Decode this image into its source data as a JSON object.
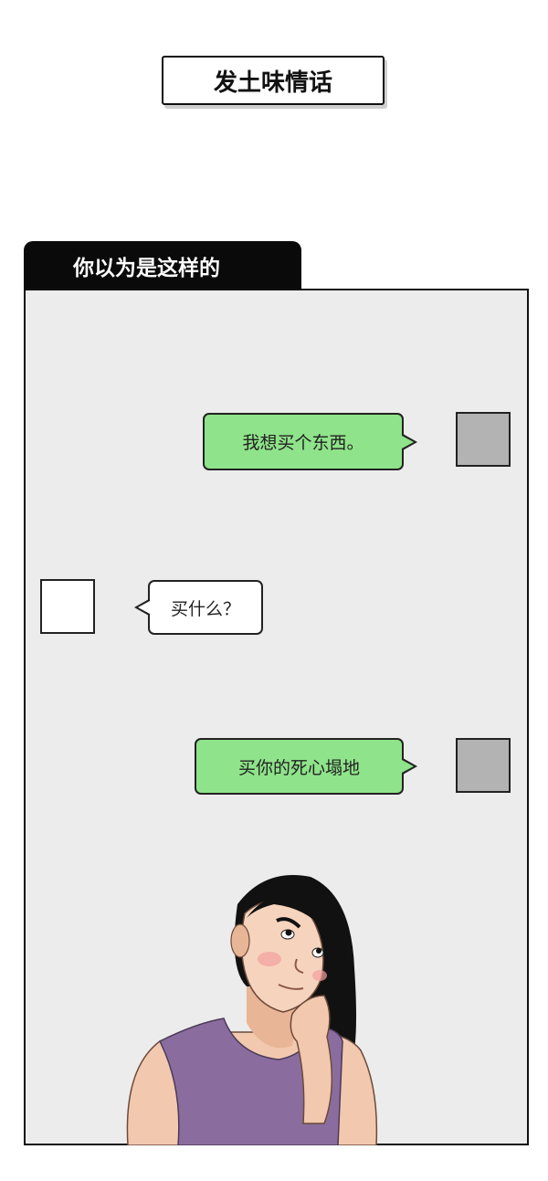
{
  "title": "发土味情话",
  "panel": {
    "tab_label": "你以为是这样的",
    "messages": [
      {
        "side": "right",
        "text": "我想买个东西。",
        "bubble_color": "#8fe38a",
        "avatar_color": "#b3b3b3"
      },
      {
        "side": "left",
        "text": "买什么？",
        "bubble_color": "#ffffff",
        "avatar_color": "#ffffff"
      },
      {
        "side": "right",
        "text": "买你的死心塌地",
        "bubble_color": "#8fe38a",
        "avatar_color": "#b3b3b3"
      }
    ]
  }
}
